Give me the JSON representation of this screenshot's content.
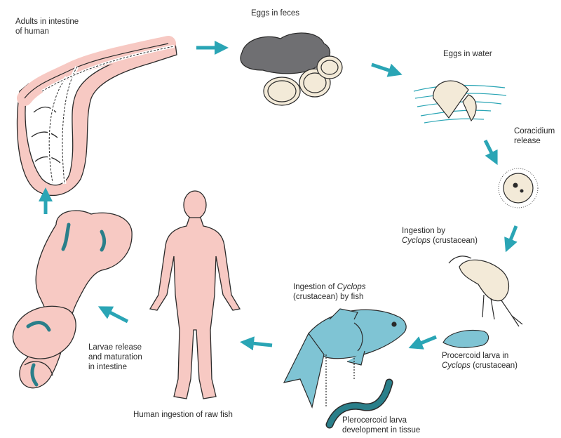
{
  "colors": {
    "teal_arrow": "#2aa5b5",
    "skin": "#f7c9c3",
    "fish": "#7fc4d4",
    "worm_teal": "#2a7f8a",
    "egg_gray": "#6f6f72",
    "outline": "#2a2a2a"
  },
  "stages": {
    "adults": {
      "line1": "Adults in intestine",
      "line2": "of human"
    },
    "eggs_feces": {
      "line1": "Eggs in feces"
    },
    "eggs_water": {
      "line1": "Eggs in water"
    },
    "coracidium": {
      "line1": "Coracidium",
      "line2": "release"
    },
    "ingestion_cyclops": {
      "line1": "Ingestion by",
      "line2_em": "Cyclops",
      "line2_rest": " (crustacean)"
    },
    "procercoid": {
      "line1": "Procercoid larva in",
      "line2_em": "Cyclops",
      "line2_rest": " (crustacean)"
    },
    "fish_ingestion": {
      "line1_pre": "Ingestion of ",
      "line1_em": "Cyclops",
      "line2": "(crustacean) by fish"
    },
    "plerocercoid": {
      "line1": "Plerocercoid larva",
      "line2": "development in tissue"
    },
    "human_ingestion": {
      "line1": "Human ingestion of raw fish"
    },
    "larvae_release": {
      "line1": "Larvae release",
      "line2": "and maturation",
      "line3": "in intestine"
    }
  },
  "icons": [
    "intestine-adults",
    "eggs-in-feces",
    "egg-hatching",
    "coracidium",
    "cyclops",
    "procercoid-larva",
    "fish",
    "plerocercoid-larva",
    "human-figure",
    "intestine-larvae"
  ]
}
